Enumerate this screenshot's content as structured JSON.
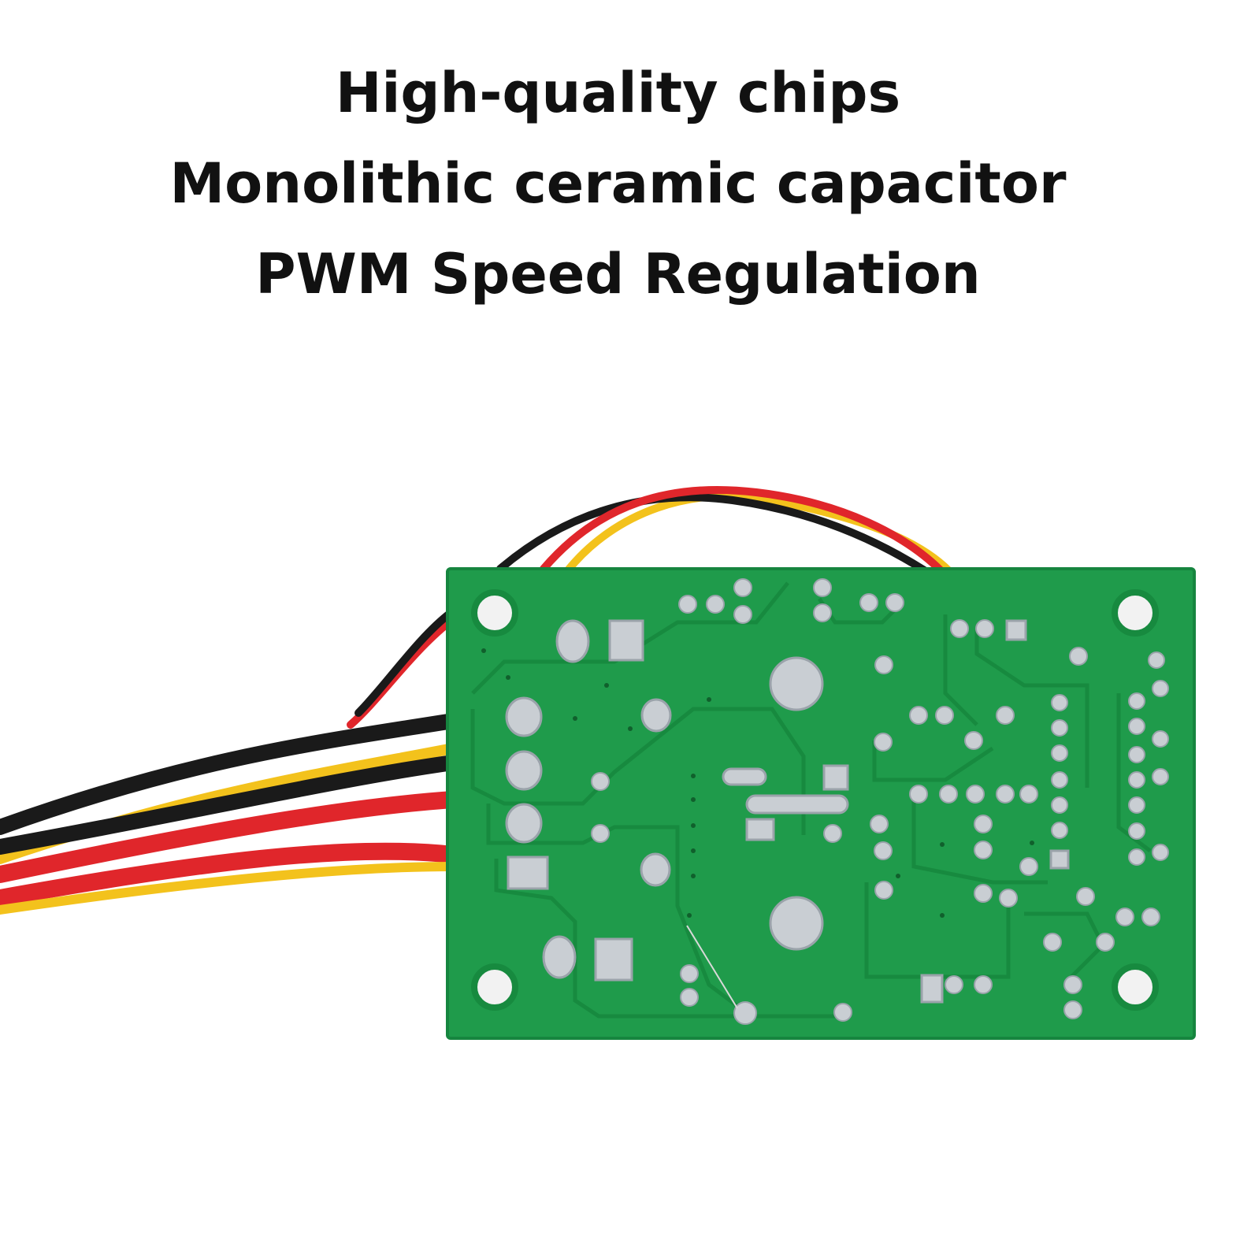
{
  "headline": {
    "line1": "High-quality chips",
    "line2": "Monolithic ceramic capacitor",
    "line3": "PWM Speed Regulation"
  },
  "colors": {
    "background": "#ffffff",
    "text": "#111111",
    "pcb_green": "#1f9b4b",
    "pcb_trace": "#178a3f",
    "solder": "#c9ced3",
    "wire_red": "#e0262b",
    "wire_black": "#1a1a1a",
    "wire_yellow": "#f3c21c"
  },
  "image": {
    "subject": "pcb-bottom-with-wires"
  }
}
